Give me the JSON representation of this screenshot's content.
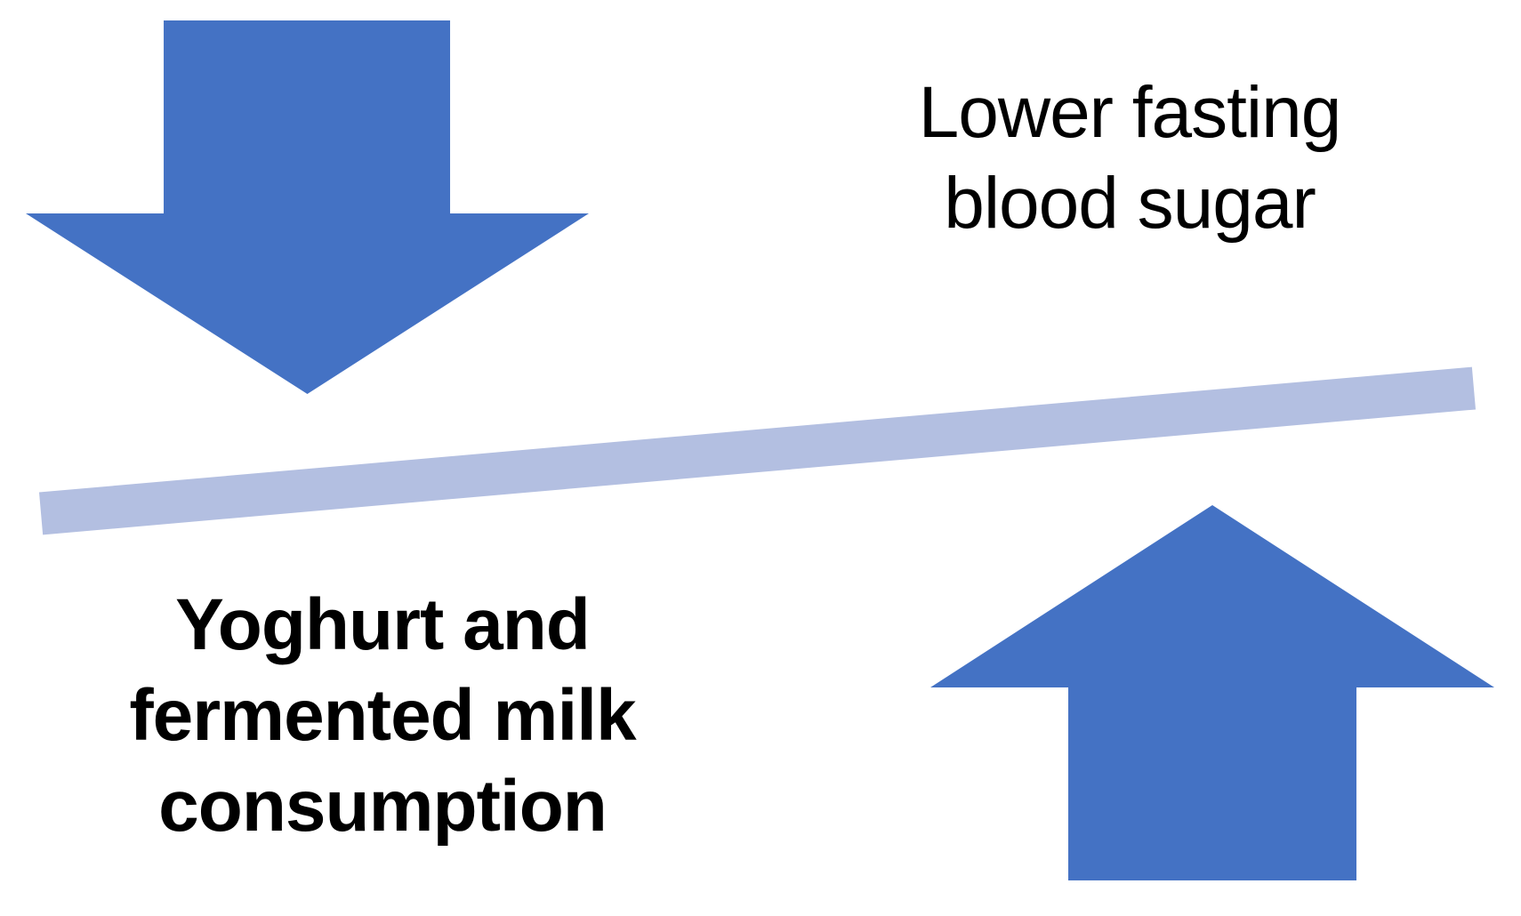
{
  "diagram": {
    "type": "seesaw-balance",
    "right_label": {
      "text": "Lower fasting blood sugar",
      "lines": [
        "Lower fasting",
        "blood sugar"
      ]
    },
    "left_label": {
      "text": "Yoghurt and fermented milk consumption",
      "lines": [
        "Yoghurt and",
        "fermented milk",
        "consumption"
      ]
    },
    "icons": {
      "down_arrow": "decrease-arrow-icon",
      "up_arrow": "increase-arrow-icon",
      "beam": "seesaw-beam"
    },
    "colors": {
      "arrow_fill": "#4472C4",
      "beam_fill": "#B3BFE1",
      "text": "#000000",
      "background": "#FFFFFF"
    }
  }
}
